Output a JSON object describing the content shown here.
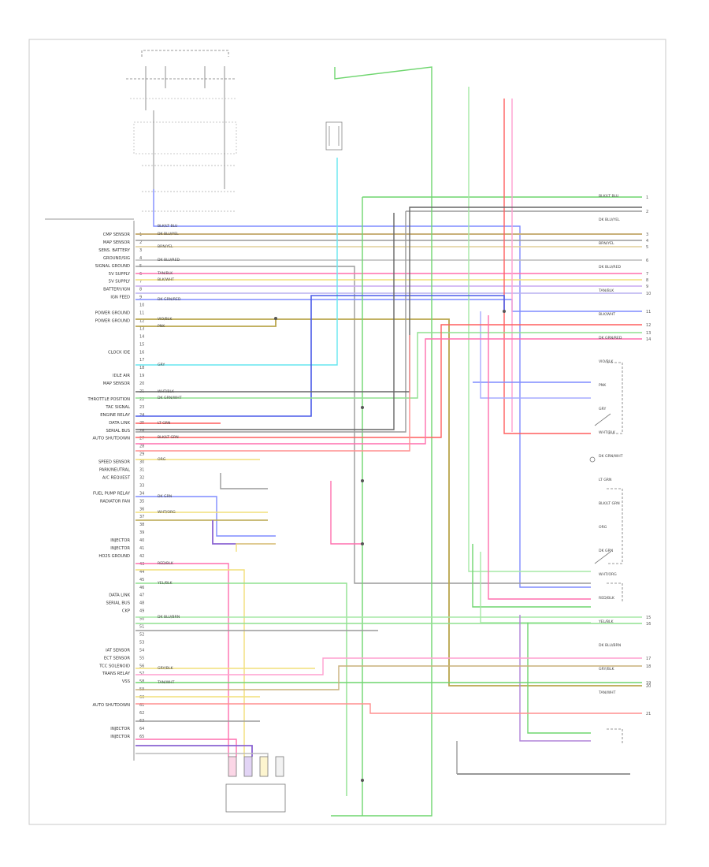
{
  "colors": {
    "blue": "#7f8cff",
    "yellow": "#f2df7a",
    "pink": "#ff6fae",
    "red": "#ff5f5f",
    "green": "#6fd66f",
    "lightgreen": "#a5e8a5",
    "cyan": "#66e6ef",
    "purple": "#b083d8",
    "tan": "#c9b07a",
    "gray": "#9a9a9a",
    "dark": "#555555",
    "olive": "#b9a64d",
    "violet": "#8a63d2"
  },
  "left_labels": [
    "CMP SENSOR",
    "MAP SENSOR",
    "SENS. BATTERY",
    "GROUND/SIG",
    "SIGNAL GROUND",
    "5V SUPPLY",
    "5V SUPPLY",
    "BATTERY/IGN",
    "IGN FEED",
    "",
    "POWER GROUND",
    "POWER GROUND",
    "",
    "",
    "",
    "CLOCK IDE",
    "",
    "",
    "IDLE AIR",
    "MAP SENSOR",
    "",
    "THROTTLE POSITION",
    "TAC SIGNAL",
    "ENGINE RELAY",
    "DATA LINK",
    "SERIAL BUS",
    "AUTO SHUTDOWN",
    "",
    "",
    "SPEED SENSOR",
    "PARK/NEUTRAL",
    "A/C REQUEST",
    "",
    "FUEL PUMP RELAY",
    "RADIATOR FAN",
    "",
    "",
    "",
    "",
    "INJECTOR",
    "INJECTOR",
    "HO2S GROUND",
    "",
    "",
    "",
    "",
    "DATA LINK",
    "SERIAL BUS",
    "CKP",
    "",
    "",
    "",
    "",
    "IAT SENSOR",
    "ECT SENSOR",
    "TCC SOLENOID",
    "TRANS RELAY",
    "VSS",
    "",
    "",
    "AUTO SHUTDOWN",
    "",
    "",
    "INJECTOR",
    "INJECTOR"
  ],
  "wire_labels": [
    "BLK/LT BLU",
    "DK BLU/YEL",
    "BRN/YEL",
    "DK BLU/RED",
    "TAN/BLK",
    "BLK/WHT",
    "DK GRN/RED",
    "VIO/BLK",
    "PNK",
    "GRY",
    "WHT/BLK",
    "DK GRN/WHT",
    "LT GRN",
    "BLK/LT GRN",
    "ORG",
    "DK GRN",
    "WHT/ORG",
    "RED/BLK",
    "YEL/BLK",
    "DK BLU/BRN",
    "GRY/BLK",
    "TAN/WHT"
  ],
  "bottom_label": "",
  "page_number": ""
}
